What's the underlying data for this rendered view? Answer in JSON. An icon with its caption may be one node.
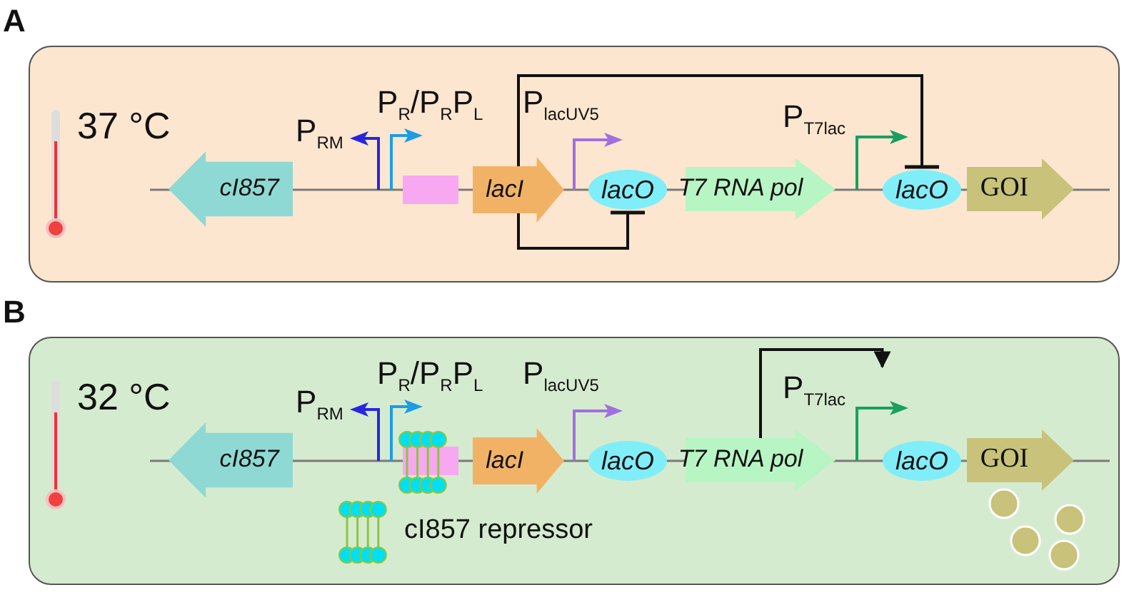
{
  "diagram": {
    "nodes": [
      {
        "text": [
          "A",
          "37 °C"
        ]
      },
      {
        "text": [
          "cI857"
        ],
        "in": 0
      },
      {
        "text": [
          "P$_{RM}$"
        ],
        "in": 0
      },
      {
        "text": [
          "P$_{R}$/P$_{R}$P$_{L}$"
        ],
        "in": 0
      },
      {
        "text": [],
        "shape": "box",
        "in": 0
      },
      {
        "text": [
          "lacI"
        ],
        "in": 0
      },
      {
        "text": [
          "P$_{lacUV5}$"
        ],
        "in": 0
      },
      {
        "text": [
          "lacO"
        ],
        "in": 0
      },
      {
        "text": [
          "T7 RNA pol"
        ],
        "in": 0
      },
      {
        "text": [
          "P$_{T7lac}$"
        ],
        "in": 0
      },
      {
        "text": [
          "lacO"
        ],
        "in": 0
      },
      {
        "text": [
          "GOI"
        ],
        "in": 0
      },
      {
        "text": [
          "B",
          "32 °C"
        ]
      },
      {
        "text": [
          "cI857"
        ],
        "in": 12
      },
      {
        "text": [
          "P$_{RM}$"
        ],
        "in": 12
      },
      {
        "text": [
          "P$_{R}$/P$_{R}$P$_{L}$"
        ],
        "in": 12
      },
      {
        "text": [],
        "shape": "box",
        "in": 12
      },
      {
        "text": [
          "lacI"
        ],
        "in": 12
      },
      {
        "text": [
          "P$_{lacUV5}$"
        ],
        "in": 12
      },
      {
        "text": [
          "lacO"
        ],
        "in": 12
      },
      {
        "text": [
          "T7 RNA pol"
        ],
        "in": 12
      },
      {
        "text": [
          "P$_{T7lac}$"
        ],
        "in": 12
      },
      {
        "text": [
          "lacO"
        ],
        "in": 12
      },
      {
        "text": [
          "GOI"
        ],
        "in": 12
      }
    ],
    "edges": [
      {
        "from": 5,
        "to": 10,
        "arrow": "other"
      },
      {
        "from": 5,
        "to": 7,
        "arrow": "other"
      },
      {
        "from": 20,
        "to": 21,
        "arrow": "to"
      }
    ],
    "labels": [
      "cI857 repressor"
    ]
  }
}
